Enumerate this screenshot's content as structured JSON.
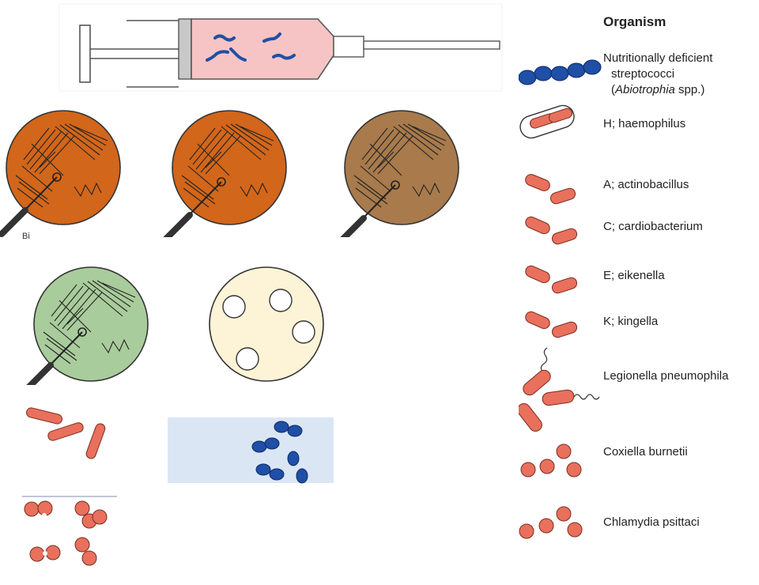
{
  "column_header": "Organism",
  "organisms": [
    {
      "id": "nutritionally-deficient-streptococci",
      "line1": "Nutritionally deficient",
      "line2": "streptococci",
      "line3_open": "(",
      "line3_italic": "Abiotrophia",
      "line3_rest": " spp.)"
    },
    {
      "id": "haemophilus",
      "label": "H; haemophilus"
    },
    {
      "id": "actinobacillus",
      "label": "A; actinobacillus"
    },
    {
      "id": "cardiobacterium",
      "label": "C; cardiobacterium"
    },
    {
      "id": "eikenella",
      "label": "E; eikenella"
    },
    {
      "id": "kingella",
      "label": "K; kingella"
    },
    {
      "id": "legionella",
      "label": "Legionella pneumophila"
    },
    {
      "id": "coxiella",
      "label": "Coxiella burnetii"
    },
    {
      "id": "chlamydia",
      "label": "Chlamydia psittaci"
    }
  ],
  "cut_text": "Bi",
  "colors": {
    "bacteria_red": "#e8705c",
    "cocci_blue": "#1f4fa6",
    "chocolate_agar": "#d2661a",
    "brown_agar": "#a87a4c",
    "green_agar": "#a9cc9c",
    "cream_plate": "#fdf3d6",
    "syringe_fluid": "#f6c4c4",
    "blue_background": "#dbe6f5"
  }
}
